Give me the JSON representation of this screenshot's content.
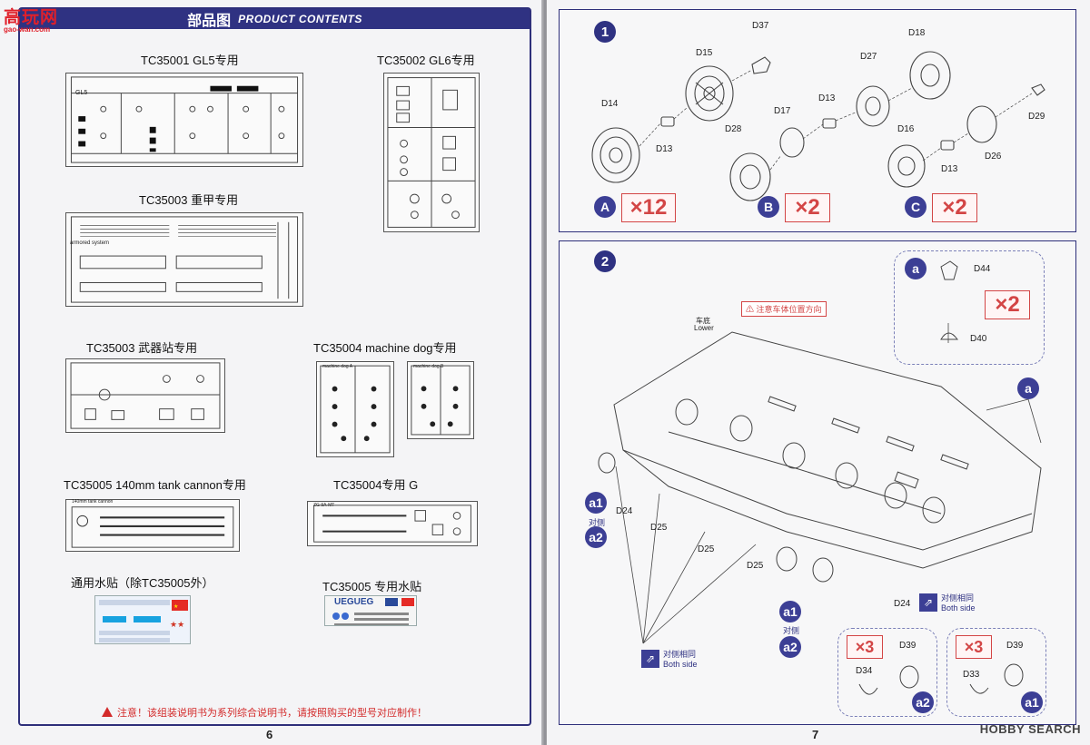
{
  "left_page": {
    "logo_text": "高玩网",
    "logo_url": "gao-wan.com",
    "header_cn": "部品图",
    "header_en": "PRODUCT CONTENTS",
    "sprue_labels": [
      "TC35001  GL5专用",
      "TC35002  GL6专用",
      "TC35003   重甲专用",
      "TC35003   武器站专用",
      "TC35004  machine dog专用",
      "TC35005 140mm tank cannon专用",
      "TC35004专用     G",
      "通用水贴（除TC35005外）",
      "TC35005 专用水贴"
    ],
    "sprue_mini_labels": [
      "GL5",
      "armored system",
      "machine dog A",
      "machine dog B",
      "140mm tank cannon",
      "ZG 9A-MT"
    ],
    "decal_text": "UEGUEG",
    "warning": "注意！该组装说明书为系列综合说明书，请按照购买的型号对应制作！",
    "page_number": "6"
  },
  "right_page": {
    "page_number": "7",
    "step1": {
      "number": "1",
      "parts": [
        "D37",
        "D15",
        "D18",
        "D27",
        "D14",
        "D13",
        "D17",
        "D13",
        "D29",
        "D28",
        "D16",
        "D13",
        "D26"
      ],
      "subassemblies": [
        {
          "letter": "A",
          "qty": "×12"
        },
        {
          "letter": "B",
          "qty": "×2"
        },
        {
          "letter": "C",
          "qty": "×2"
        }
      ]
    },
    "step2": {
      "number": "2",
      "note": "注意车体位置方向",
      "hull_label_cn": "车底",
      "hull_label_en": "Lower",
      "inset_a": {
        "letter": "a",
        "parts": [
          "D44",
          "D40"
        ],
        "qty": "×2"
      },
      "callout_a": "a",
      "parts": [
        "D24",
        "D25",
        "D25",
        "D25",
        "D24"
      ],
      "a1": "a1",
      "a2": "a2",
      "opposite_side": "对侧",
      "both_side_cn": "对侧相同",
      "both_side_en": "Both side",
      "inset_a2": {
        "qty": "×3",
        "parts": [
          "D39",
          "D34"
        ],
        "letter": "a2"
      },
      "inset_a1": {
        "qty": "×3",
        "parts": [
          "D39",
          "D33"
        ],
        "letter": "a1"
      }
    },
    "watermark": "HOBBY SEARCH"
  }
}
